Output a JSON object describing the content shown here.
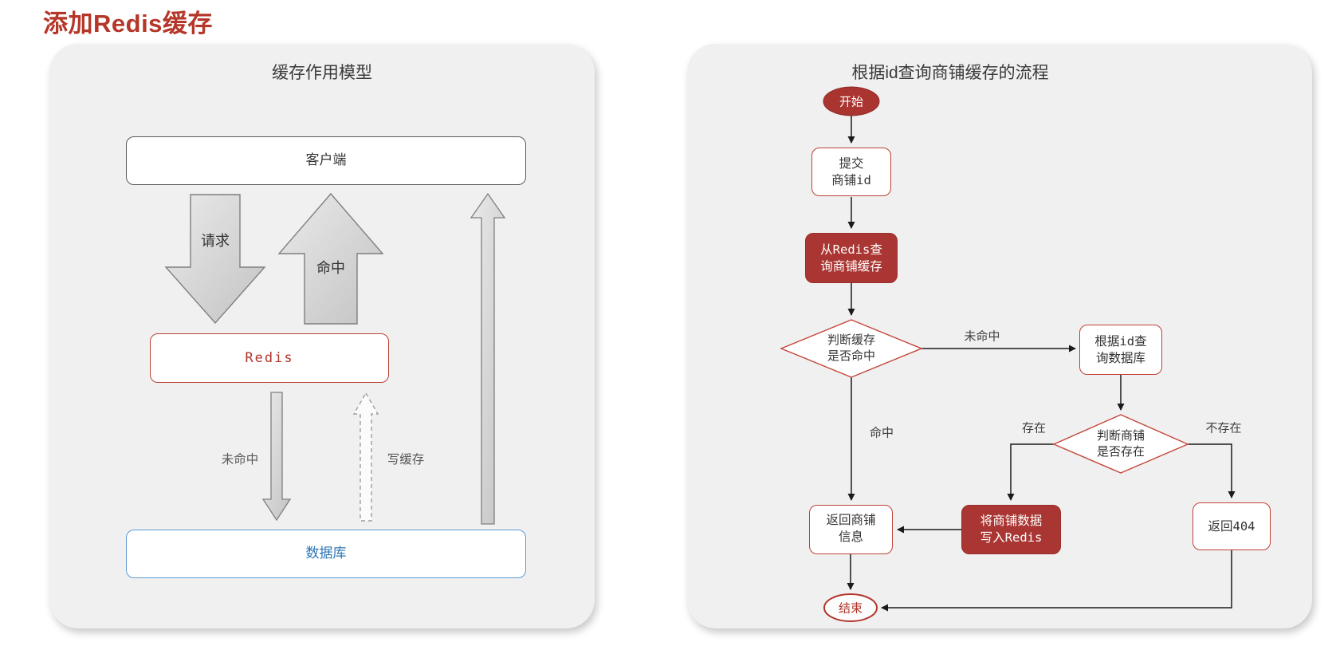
{
  "title": {
    "text": "添加Redis缓存"
  },
  "left_panel": {
    "title": "缓存作用模型",
    "nodes": {
      "client": "客户端",
      "redis": "Redis",
      "database": "数据库"
    },
    "arrows": {
      "request": "请求",
      "hit": "命中",
      "miss": "未命中",
      "write_cache": "写缓存"
    }
  },
  "right_panel": {
    "title": "根据id查询商铺缓存的流程",
    "nodes": {
      "start": "开始",
      "submit_id": {
        "line1": "提交",
        "line2": "商铺id"
      },
      "query_cache": {
        "line1": "从Redis查",
        "line2": "询商铺缓存"
      },
      "check_hit": {
        "line1": "判断缓存",
        "line2": "是否命中"
      },
      "query_db": {
        "line1": "根据id查",
        "line2": "询数据库"
      },
      "check_exist": {
        "line1": "判断商铺",
        "line2": "是否存在"
      },
      "write_redis": {
        "line1": "将商铺数据",
        "line2": "写入Redis"
      },
      "return_shop": {
        "line1": "返回商铺",
        "line2": "信息"
      },
      "return_404": "返回404",
      "end": "结束"
    },
    "edge_labels": {
      "miss": "未命中",
      "hit": "命中",
      "exists": "存在",
      "not_exists": "不存在"
    }
  },
  "colors": {
    "title_red": "#b5372a",
    "red_fill": "#a93632",
    "red_border": "#bf4136",
    "blue_border": "#5b9bd5",
    "blue_text": "#2e75b6",
    "panel_bg": "#f0f0f0",
    "connector_line": "#1a1a1a",
    "arrow_gray_light": "#e9e9e9",
    "arrow_gray_dark": "#c3c3c3"
  }
}
